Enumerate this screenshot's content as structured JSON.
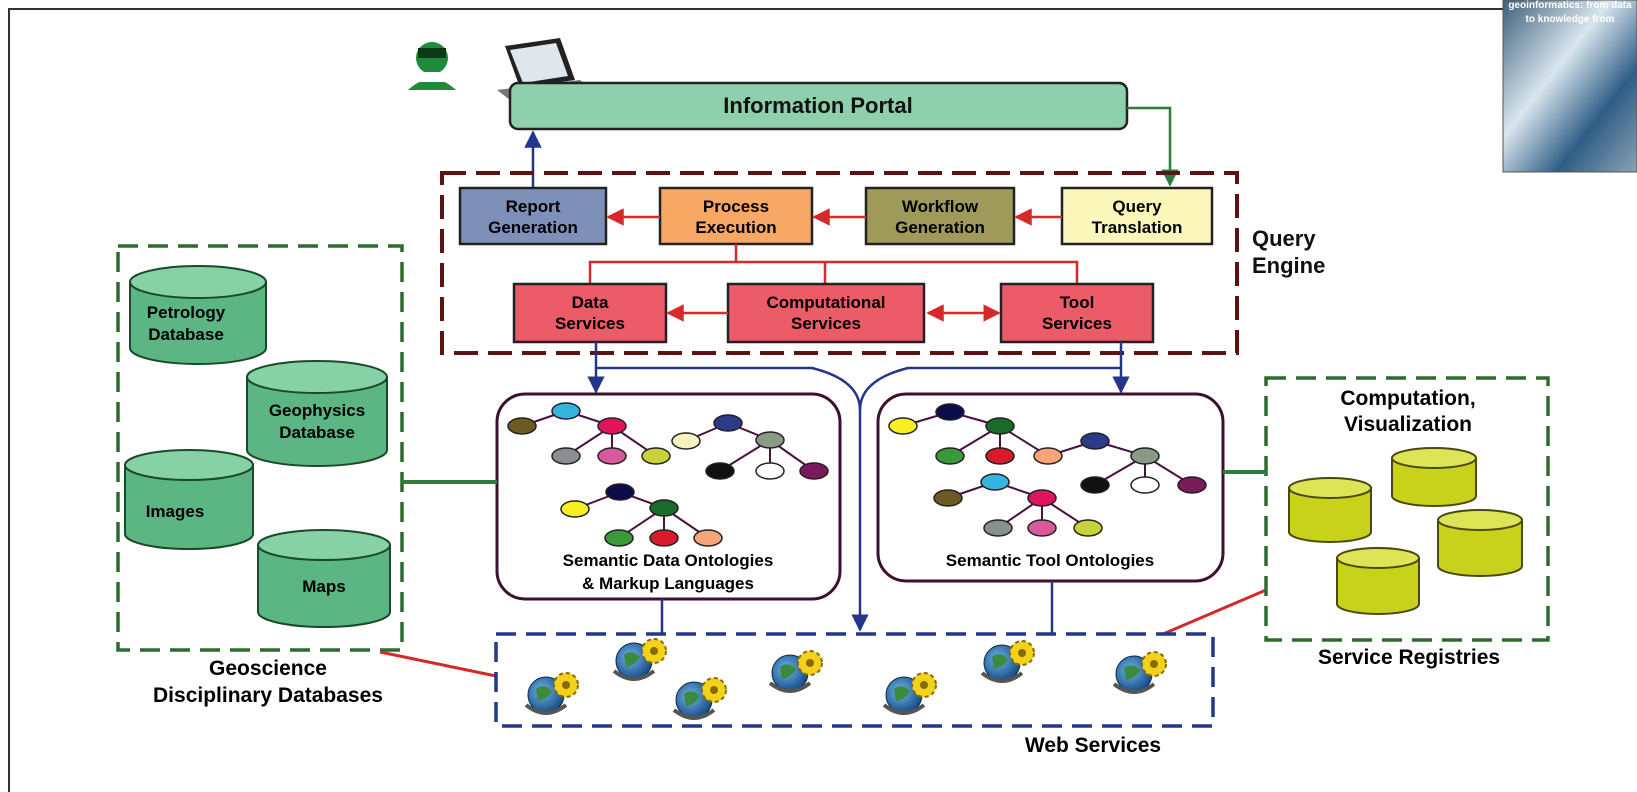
{
  "portal": {
    "label": "Information Portal"
  },
  "query_engine": {
    "line1": "Query",
    "line2": "Engine"
  },
  "boxes": {
    "report": {
      "line1": "Report",
      "line2": "Generation",
      "fill": "#7f90b8"
    },
    "process": {
      "line1": "Process",
      "line2": "Execution",
      "fill": "#f7a865"
    },
    "workflow": {
      "line1": "Workflow",
      "line2": "Generation",
      "fill": "#a09a5a"
    },
    "query": {
      "line1": "Query",
      "line2": "Translation",
      "fill": "#fbf6b9"
    },
    "data": {
      "line1": "Data",
      "line2": "Services",
      "fill": "#ec5b68"
    },
    "computational": {
      "line1": "Computational",
      "line2": "Services",
      "fill": "#ec5b68"
    },
    "tool": {
      "line1": "Tool",
      "line2": "Services",
      "fill": "#ec5b68"
    }
  },
  "databases": {
    "petrology": {
      "line1": "Petrology",
      "line2": "Database"
    },
    "geophysics": {
      "line1": "Geophysics",
      "line2": "Database"
    },
    "images": {
      "line1": "Images"
    },
    "maps": {
      "line1": "Maps"
    },
    "group_line1": "Geoscience",
    "group_line2": "Disciplinary Databases"
  },
  "ontologies": {
    "data_line1": "Semantic Data Ontologies",
    "data_line2": "& Markup Languages",
    "tool_line1": "Semantic Tool Ontologies"
  },
  "registries": {
    "title_line1": "Computation,",
    "title_line2": "Visualization",
    "label": "Service Registries"
  },
  "web_services": {
    "label": "Web Services"
  },
  "thumbnail": {
    "line1": "geoinformatics: from data",
    "line2": "to knowledge from"
  },
  "colors": {
    "portal": "#8ecfac",
    "db_green": "#5cb683",
    "registry_yellow": "#c9d21a",
    "arrow_red": "#d62a2a",
    "arrow_blue": "#24368a",
    "connector_green": "#2e7d3f",
    "dash_red": "#5a1414",
    "dash_green": "#2e6b2e",
    "dash_blue": "#24368a"
  }
}
